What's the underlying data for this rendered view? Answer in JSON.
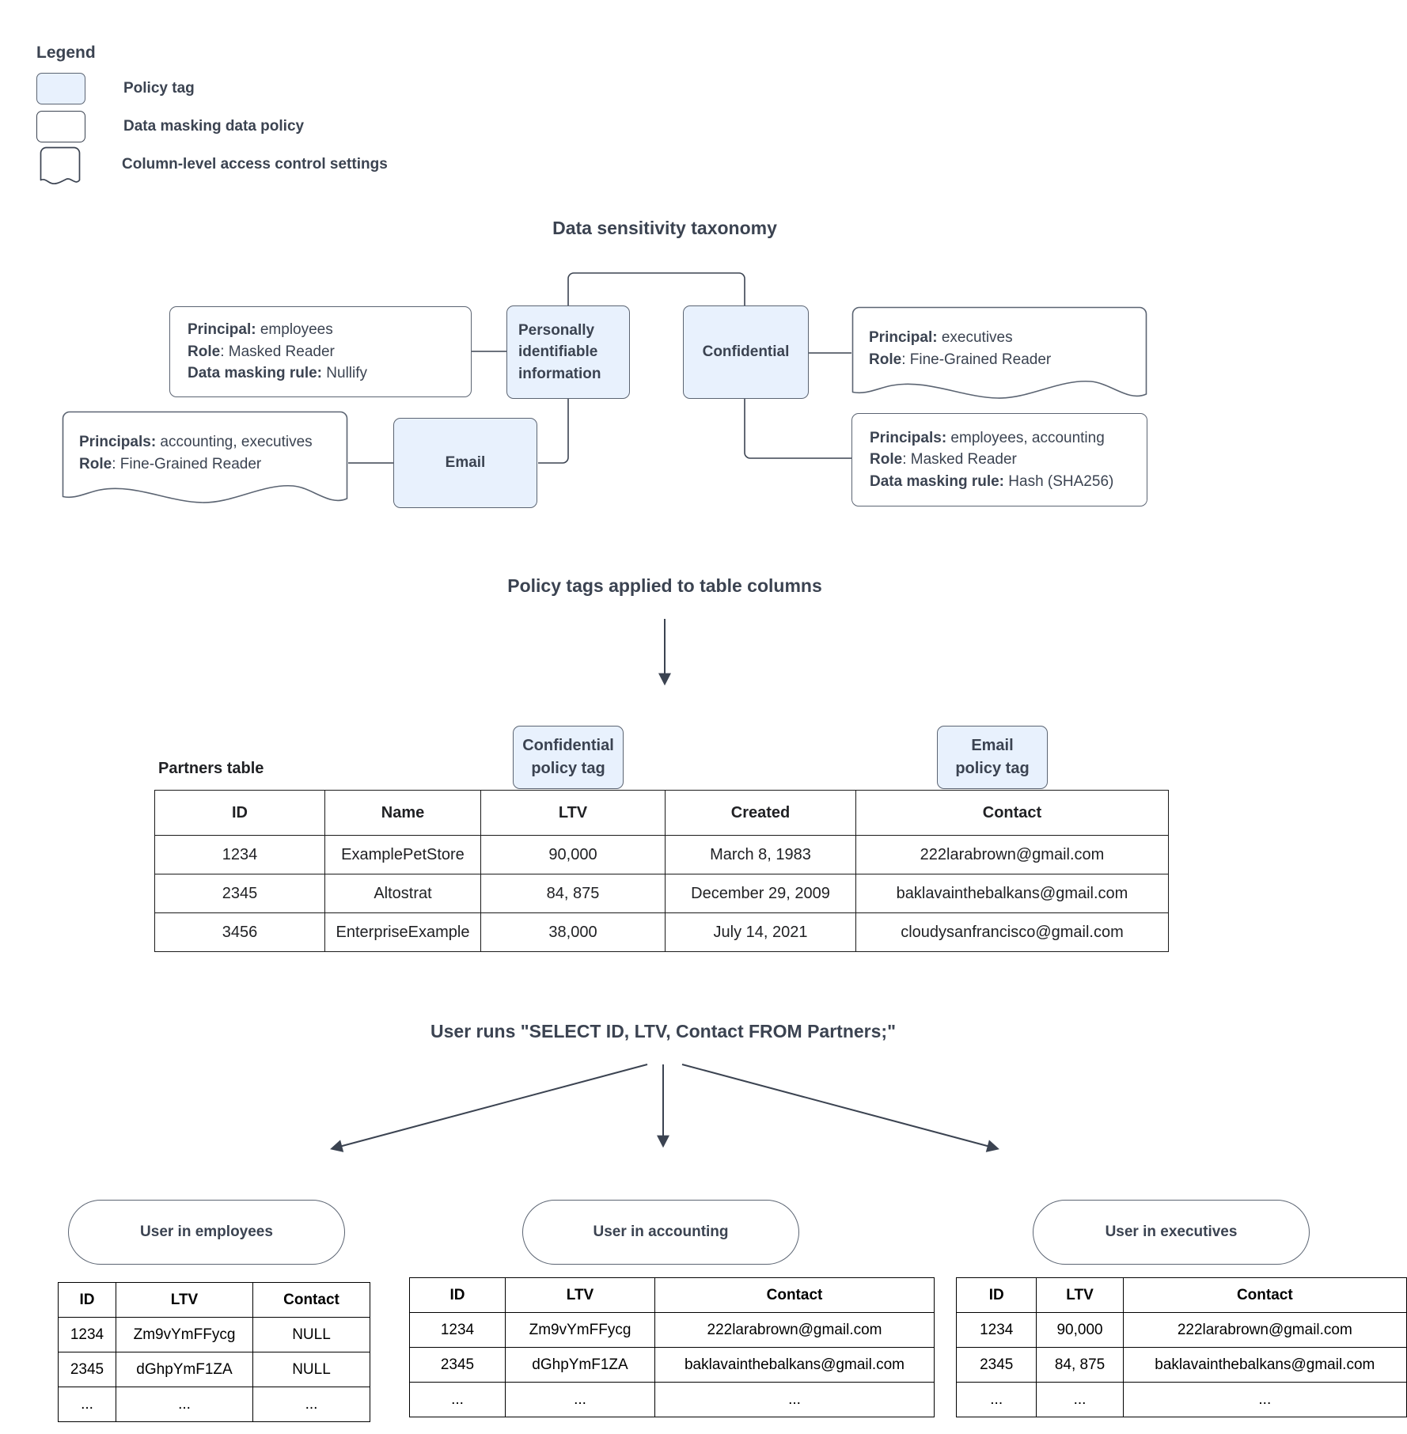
{
  "legend": {
    "title": "Legend",
    "items": [
      {
        "icon": "policy-tag-swatch",
        "label": "Policy tag"
      },
      {
        "icon": "data-masking-policy-swatch",
        "label": "Data masking data policy"
      },
      {
        "icon": "column-access-control-swatch",
        "label": "Column-level access control settings"
      }
    ]
  },
  "taxonomy": {
    "title": "Data sensitivity taxonomy",
    "tags": {
      "pii": "Personally identifiable information",
      "confidential": "Confidential",
      "email": "Email"
    },
    "pii_masking_policy": {
      "line1_label": "Principal:",
      "line1_value": " employees",
      "line2_label": "Role",
      "line2_value": ": Masked Reader",
      "line3_label": "Data masking rule:",
      "line3_value": " Nullify"
    },
    "email_access_policy": {
      "line1_label": "Principals:",
      "line1_value": " accounting, executives",
      "line2_label": "Role",
      "line2_value": ": Fine-Grained Reader"
    },
    "confidential_access_policy": {
      "line1_label": "Principal:",
      "line1_value": " executives",
      "line2_label": "Role",
      "line2_value": ": Fine-Grained Reader"
    },
    "confidential_masking_policy": {
      "line1_label": "Principals:",
      "line1_value": " employees, accounting",
      "line2_label": "Role",
      "line2_value": ": Masked Reader",
      "line3_label": "Data masking rule:",
      "line3_value": " Hash (SHA256)"
    }
  },
  "applied": {
    "title": "Policy tags applied to table columns",
    "table_label": "Partners table",
    "tag_confidential_l1": "Confidential",
    "tag_confidential_l2": "policy tag",
    "tag_email_l1": "Email",
    "tag_email_l2": "policy tag",
    "columns": [
      "ID",
      "Name",
      "LTV",
      "Created",
      "Contact"
    ],
    "rows": [
      [
        "1234",
        "ExamplePetStore",
        "90,000",
        "March 8, 1983",
        "222larabrown@gmail.com"
      ],
      [
        "2345",
        "Altostrat",
        "84, 875",
        "December 29, 2009",
        "baklavainthebalkans@gmail.com"
      ],
      [
        "3456",
        "EnterpriseExample",
        "38,000",
        "July 14, 2021",
        "cloudysanfrancisco@gmail.com"
      ]
    ]
  },
  "query": {
    "title": "User runs \"SELECT ID, LTV, Contact FROM Partners;\""
  },
  "results": [
    {
      "pill": "User in employees",
      "columns": [
        "ID",
        "LTV",
        "Contact"
      ],
      "rows": [
        [
          "1234",
          "Zm9vYmFFycg",
          "NULL"
        ],
        [
          "2345",
          "dGhpYmF1ZA",
          "NULL"
        ],
        [
          "...",
          "...",
          "..."
        ]
      ]
    },
    {
      "pill": "User in accounting",
      "columns": [
        "ID",
        "LTV",
        "Contact"
      ],
      "rows": [
        [
          "1234",
          "Zm9vYmFFycg",
          "222larabrown@gmail.com"
        ],
        [
          "2345",
          "dGhpYmF1ZA",
          "baklavainthebalkans@gmail.com"
        ],
        [
          "...",
          "...",
          "..."
        ]
      ]
    },
    {
      "pill": "User in executives",
      "columns": [
        "ID",
        "LTV",
        "Contact"
      ],
      "rows": [
        [
          "1234",
          "90,000",
          "222larabrown@gmail.com"
        ],
        [
          "2345",
          "84, 875",
          "baklavainthebalkans@gmail.com"
        ],
        [
          "...",
          "...",
          "..."
        ]
      ]
    }
  ],
  "colors": {
    "tag_fill": "#e8f1fd",
    "stroke": "#5b6472",
    "text": "#3b4351",
    "table_border": "#1a1a1a"
  }
}
